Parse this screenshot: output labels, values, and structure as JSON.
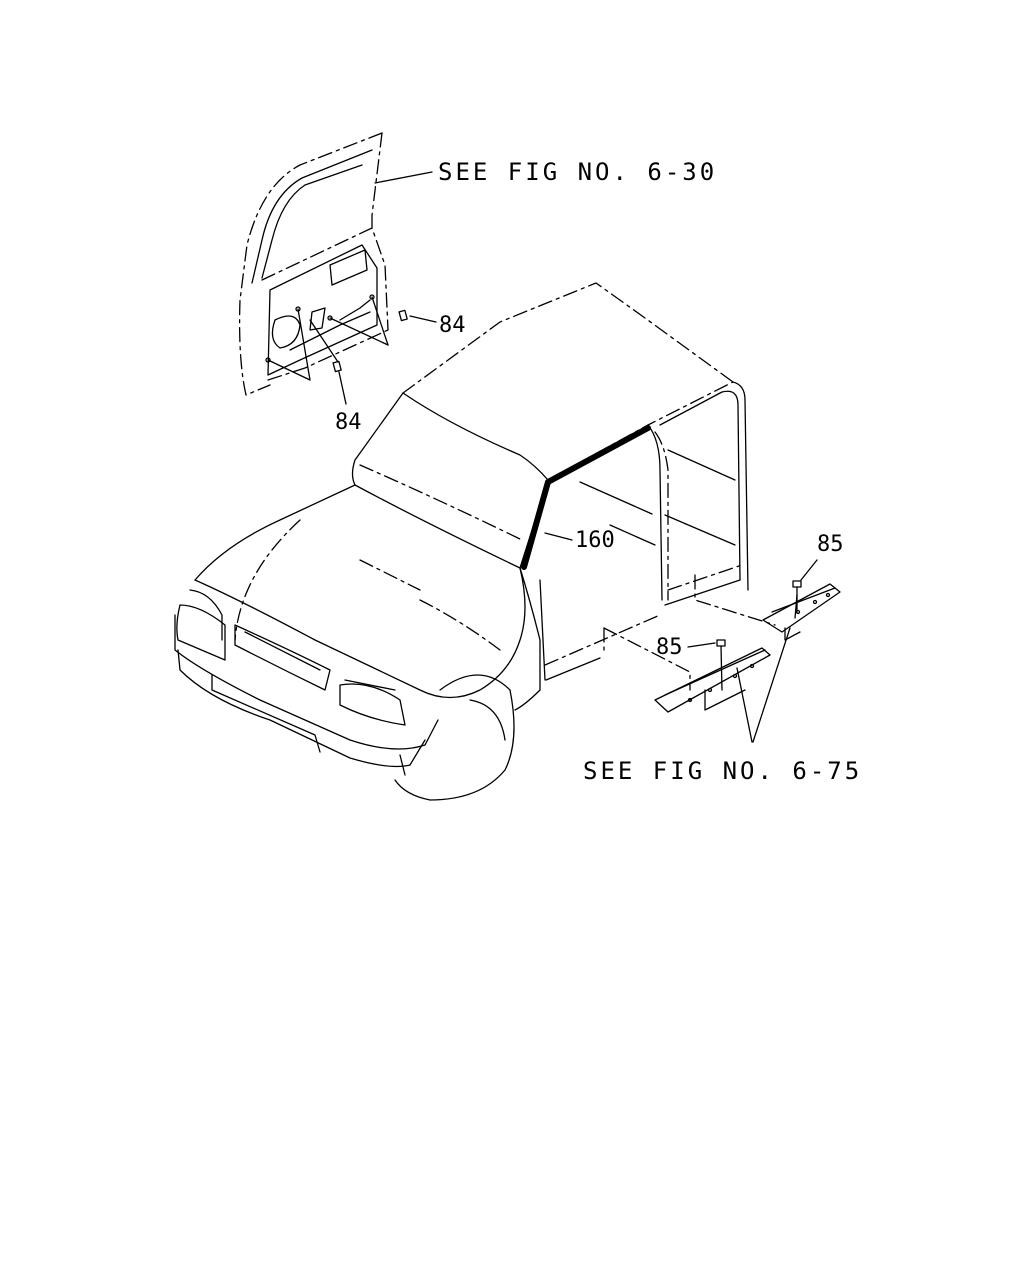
{
  "callouts": {
    "door_reference": "SEE FIG NO. 6-30",
    "sill_reference": "SEE FIG NO. 6-75",
    "clip_upper": "84",
    "clip_lower": "84",
    "weatherstrip": "160",
    "sill_fastener_rear": "85",
    "sill_fastener_front": "85"
  }
}
